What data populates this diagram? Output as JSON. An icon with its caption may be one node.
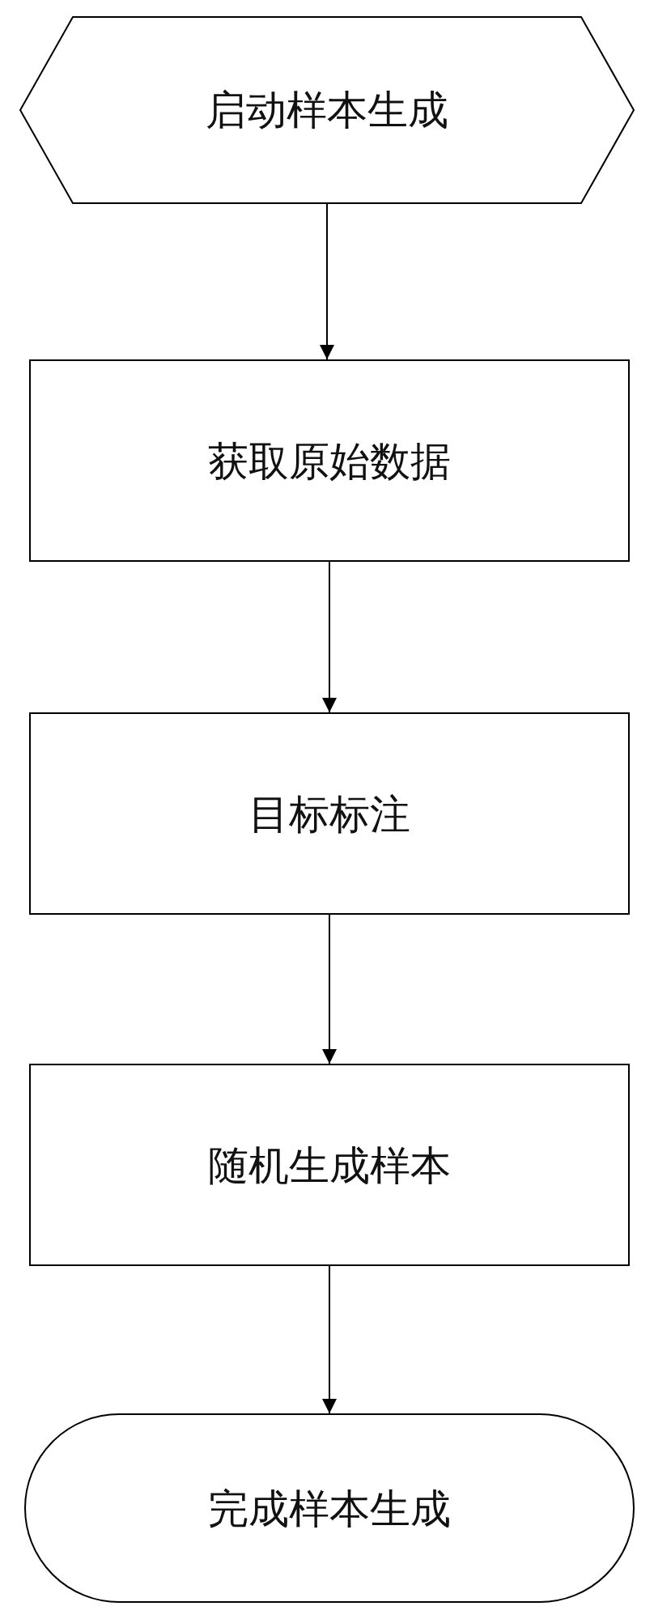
{
  "diagram": {
    "nodes": [
      {
        "text": [
          "启动样本生成"
        ]
      },
      {
        "text": [
          "获取原始数据"
        ]
      },
      {
        "text": [
          "目标标注"
        ]
      },
      {
        "text": [
          "随机生成样本"
        ]
      },
      {
        "text": [
          "完成样本生成"
        ]
      }
    ],
    "edges": [
      {
        "from": 0,
        "to": 1,
        "arrow": "to"
      },
      {
        "from": 1,
        "to": 2,
        "arrow": "to"
      },
      {
        "from": 2,
        "to": 3,
        "arrow": "to"
      },
      {
        "from": 3,
        "to": 4,
        "arrow": "to"
      }
    ]
  }
}
